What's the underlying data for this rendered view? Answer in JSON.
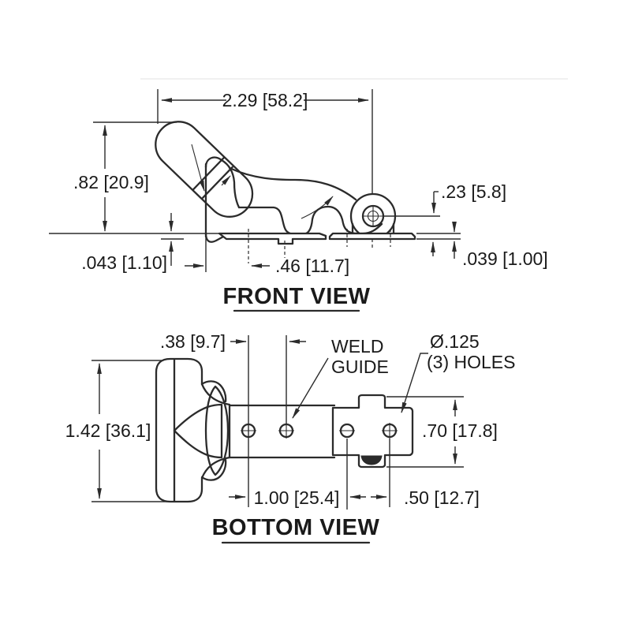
{
  "front_view": {
    "label": "FRONT VIEW",
    "dims": {
      "overall_width": "2.29 [58.2]",
      "overall_height": ".82 [20.9]",
      "pivot_to_base": ".23 [5.8]",
      "base_thickness_left": ".043 [1.10]",
      "hole_offset": ".46 [11.7]",
      "base_thickness_right": ".039 [1.00]"
    }
  },
  "bottom_view": {
    "label": "BOTTOM VIEW",
    "dims": {
      "strap_hole_spacing": ".38 [9.7]",
      "handle_width": "1.42 [36.1]",
      "bracket_height": ".70 [17.8]",
      "hole_spacing_main": "1.00 [25.4]",
      "bracket_hole_spacing": ".50 [12.7]"
    },
    "annotations": {
      "weld_guide_line1": "WELD",
      "weld_guide_line2": "GUIDE",
      "holes_line1": "Ø.125",
      "holes_line2": "(3) HOLES"
    }
  },
  "colors": {
    "line": "#2b2b2b",
    "text": "#1a1a1a",
    "background": "#ffffff"
  }
}
